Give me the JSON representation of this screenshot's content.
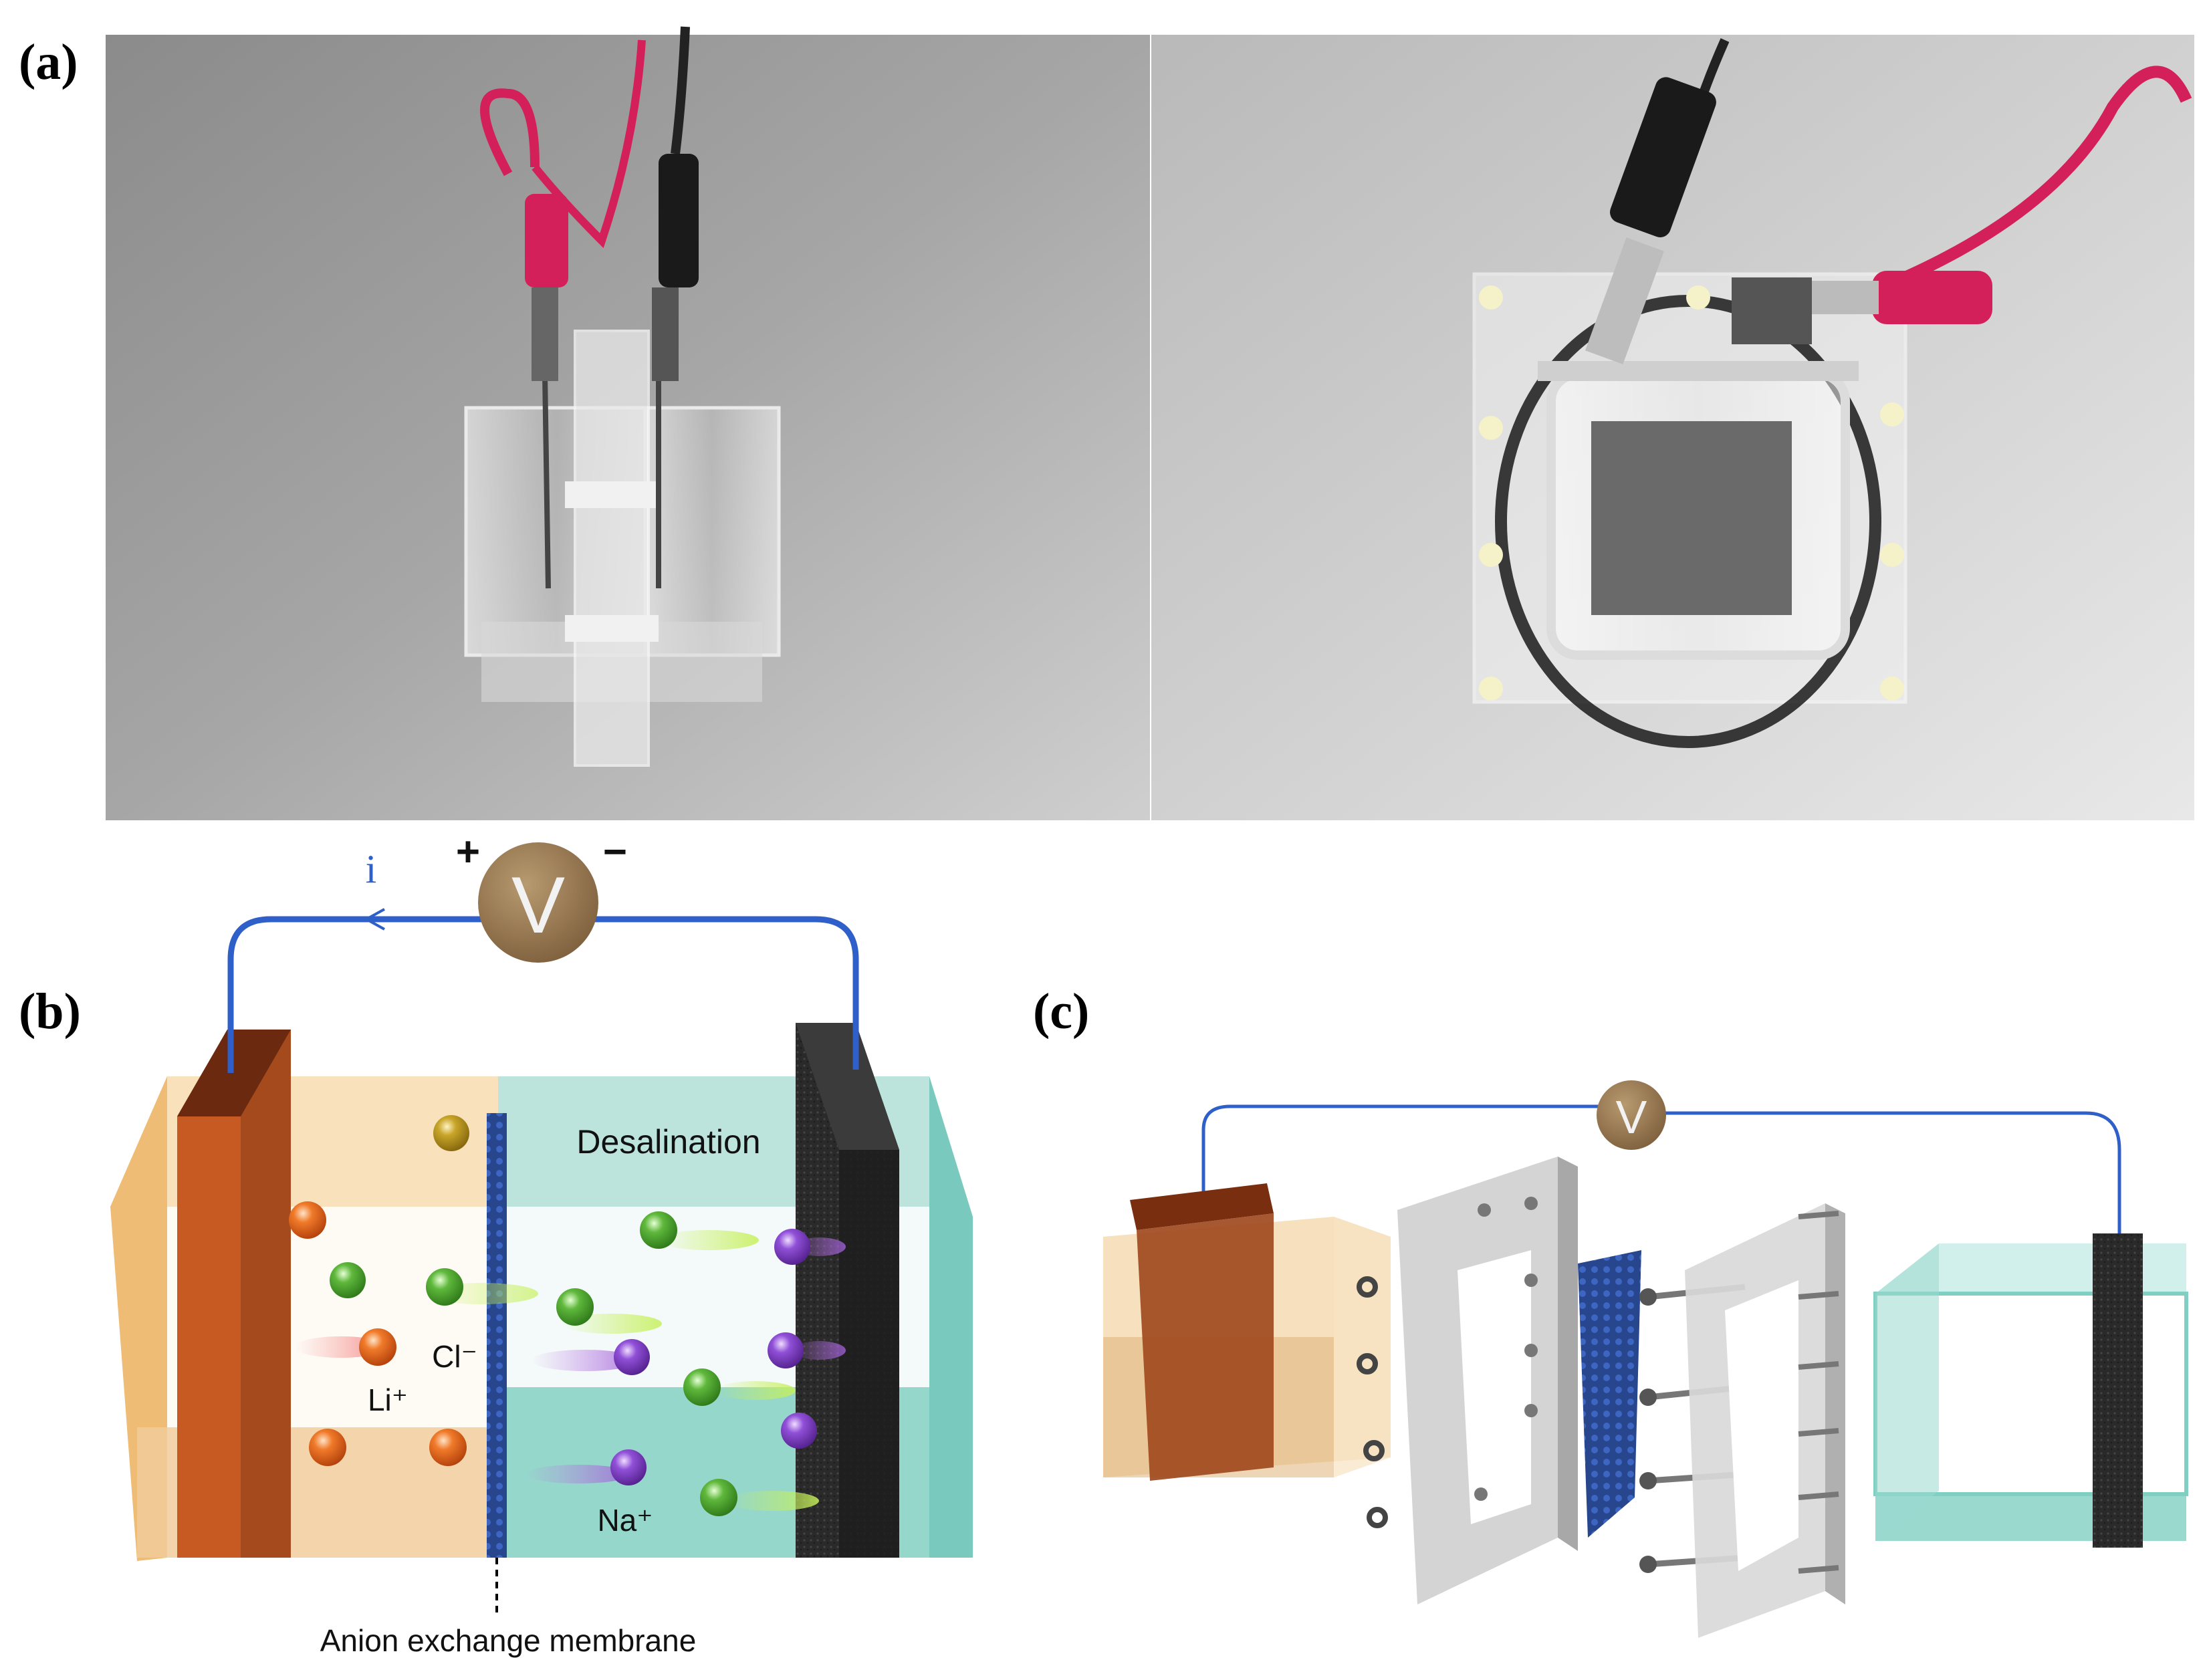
{
  "panels": {
    "a": "(a)",
    "b": "(b)",
    "c": "(c)"
  },
  "circuit_b": {
    "voltmeter": "V",
    "current": "i",
    "plus": "+",
    "minus": "−"
  },
  "cell_b": {
    "region_label": "Desalination",
    "ion_cl": "Cl⁻",
    "ion_li": "Li⁺",
    "ion_na": "Na⁺",
    "membrane_label": "Anion exchange membrane"
  },
  "circuit_c": {
    "voltmeter": "V"
  },
  "colors": {
    "wire": "#2f5fc8",
    "voltmeter": "#9b7b55",
    "left_tank": "#e8b46a",
    "right_tank": "#6cc7bb",
    "anode": "#8a3a1c",
    "cathode": "#2a2a2a",
    "li_ion": "#ef6a1e",
    "cl_ion": "#58b33a",
    "na_ion": "#8a4ad2",
    "membrane": "#2d4f9c"
  }
}
